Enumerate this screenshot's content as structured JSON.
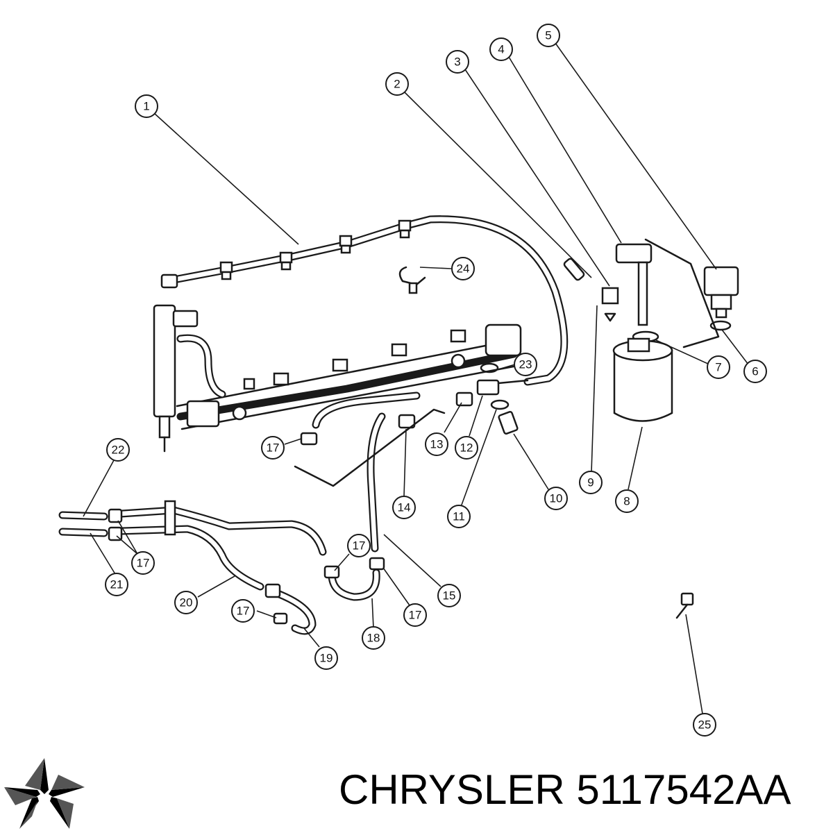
{
  "footer": {
    "brand": "CHRYSLER",
    "part_number": "5117542AA"
  },
  "logo": {
    "icon": "pentastar-logo-icon",
    "color": "#000000"
  },
  "callouts": [
    {
      "id": "c1",
      "label": "1"
    },
    {
      "id": "c2",
      "label": "2"
    },
    {
      "id": "c3",
      "label": "3"
    },
    {
      "id": "c4",
      "label": "4"
    },
    {
      "id": "c5",
      "label": "5"
    },
    {
      "id": "c6",
      "label": "6"
    },
    {
      "id": "c7",
      "label": "7"
    },
    {
      "id": "c8",
      "label": "8"
    },
    {
      "id": "c9",
      "label": "9"
    },
    {
      "id": "c10",
      "label": "10"
    },
    {
      "id": "c11",
      "label": "11"
    },
    {
      "id": "c12",
      "label": "12"
    },
    {
      "id": "c13",
      "label": "13"
    },
    {
      "id": "c14",
      "label": "14"
    },
    {
      "id": "c15",
      "label": "15"
    },
    {
      "id": "c16",
      "label": "17"
    },
    {
      "id": "c17",
      "label": "17"
    },
    {
      "id": "c18",
      "label": "17"
    },
    {
      "id": "c19",
      "label": "17"
    },
    {
      "id": "c20",
      "label": "17"
    },
    {
      "id": "c21",
      "label": "17"
    },
    {
      "id": "c22",
      "label": "18"
    },
    {
      "id": "c23",
      "label": "19"
    },
    {
      "id": "c24",
      "label": "20"
    },
    {
      "id": "c25",
      "label": "21"
    },
    {
      "id": "c26",
      "label": "22"
    },
    {
      "id": "c27",
      "label": "23"
    },
    {
      "id": "c28",
      "label": "24"
    },
    {
      "id": "c29",
      "label": "25"
    }
  ]
}
